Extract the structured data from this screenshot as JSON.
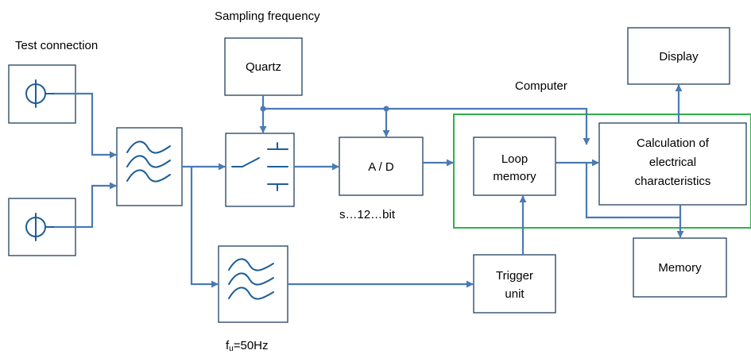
{
  "labels": {
    "sampling_frequency": "Sampling frequency",
    "test_connection": "Test connection",
    "computer": "Computer",
    "adc_resolution": "s…12…bit",
    "filter_cutoff_f": "f",
    "filter_cutoff_sub": "u",
    "filter_cutoff_value": "=50Hz"
  },
  "blocks": {
    "quartz": "Quartz",
    "adc": "A / D",
    "loop_memory": [
      "Loop",
      "memory"
    ],
    "calculation": [
      "Calculation of",
      "electrical",
      "characteristics"
    ],
    "display": "Display",
    "memory": "Memory",
    "trigger_unit": [
      "Trigger",
      "unit"
    ]
  },
  "colors": {
    "wire": "#4a7ab4",
    "box_border": "#1f3f5f",
    "symbol": "#1e5e96",
    "computer_frame": "#2eb24a"
  }
}
